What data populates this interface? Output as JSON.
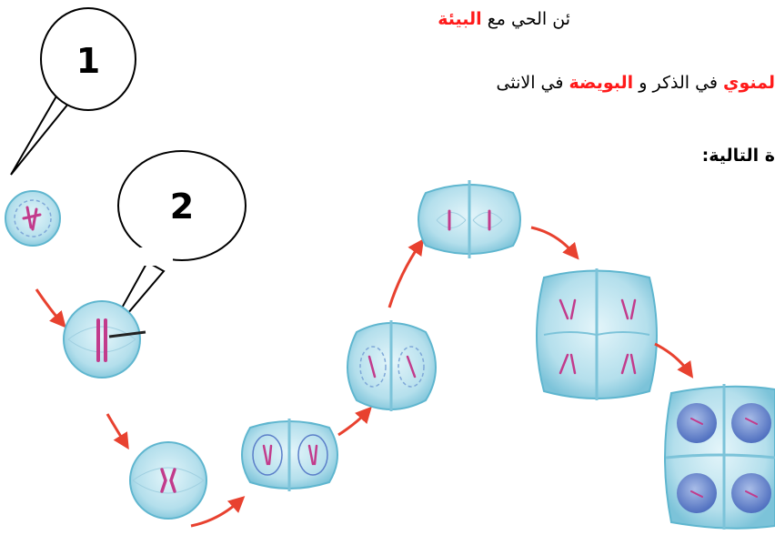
{
  "text": {
    "line1": {
      "plain": "ئن الحي مع ",
      "highlight": "البيئة"
    },
    "line2": {
      "part1": "لمنوي",
      "part2": " في الذكر و ",
      "part3": "البويضة",
      "part4": " في الانثى"
    },
    "line3": "ة التالية:"
  },
  "callouts": [
    {
      "label": "1"
    },
    {
      "label": "2"
    }
  ],
  "colors": {
    "cell_fill": "#b9e3ef",
    "cell_edge": "#5fb6cf",
    "nucleus": "#5b7fc9",
    "chromosome": "#c23b8c",
    "arrow": "#e8412f",
    "highlight_text": "#ff1a1a"
  }
}
